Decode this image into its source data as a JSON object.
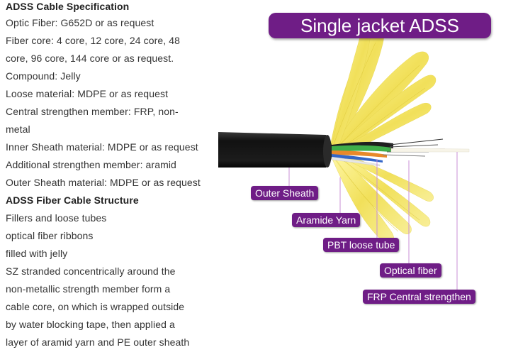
{
  "spec": {
    "lines": [
      {
        "text": "ADSS Cable Specification",
        "bold": true
      },
      {
        "text": "Optic Fiber: G652D or as request",
        "bold": false
      },
      {
        "text": "Fiber core: 4 core, 12 core, 24 core, 48",
        "bold": false
      },
      {
        "text": "core, 96 core, 144 core or as request.",
        "bold": false
      },
      {
        "text": "Compound: Jelly",
        "bold": false
      },
      {
        "text": "Loose material: MDPE or as request",
        "bold": false
      },
      {
        "text": "Central strengthen member: FRP, non-",
        "bold": false
      },
      {
        "text": "metal",
        "bold": false
      },
      {
        "text": "Inner Sheath material: MDPE or as request",
        "bold": false
      },
      {
        "text": "Additional strengthen member: aramid",
        "bold": false
      },
      {
        "text": "Outer Sheath material: MDPE or as request",
        "bold": false
      },
      {
        "text": "ADSS Fiber Cable Structure",
        "bold": true
      },
      {
        "text": "Fillers and loose tubes",
        "bold": false
      },
      {
        "text": "optical fiber ribbons",
        "bold": false
      },
      {
        "text": "filled with jelly",
        "bold": false
      },
      {
        "text": "SZ stranded concentrically around the",
        "bold": false
      },
      {
        "text": "non-metallic strength member form a",
        "bold": false
      },
      {
        "text": "cable core, on which is wrapped outside",
        "bold": false
      },
      {
        "text": "by water blocking tape, then applied a",
        "bold": false
      },
      {
        "text": "layer of aramid yarn and PE outer sheath",
        "bold": false
      }
    ]
  },
  "figure": {
    "title": "Single jacket ADSS",
    "labels": {
      "outer_sheath": "Outer Sheath",
      "aramide_yarn": "Aramide Yarn",
      "pbt_loose_tube": "PBT loose tube",
      "optical_fiber": "Optical fiber",
      "frp_central": "FRP Central strengthen"
    },
    "colors": {
      "label_bg": "#6f1d86",
      "jacket": "#1a1a1a",
      "aramid": "#f3e45c",
      "tube_green": "#3fae4a",
      "tube_orange": "#e8892a",
      "tube_blue": "#3466c8",
      "tube_white": "#e6e6e6"
    }
  }
}
